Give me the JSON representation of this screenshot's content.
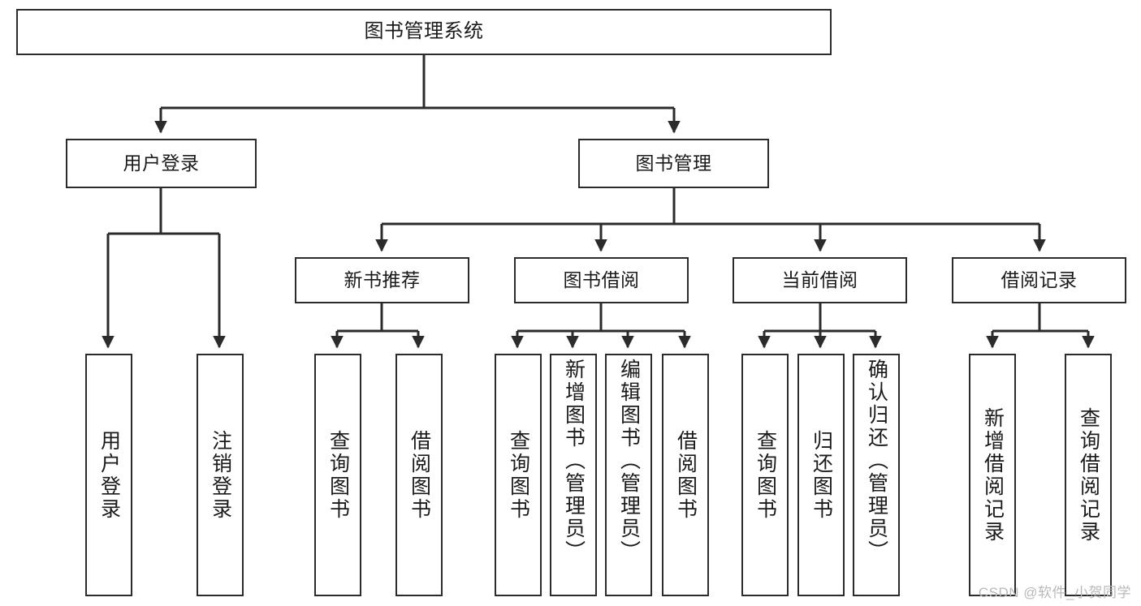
{
  "diagram": {
    "title": "图书管理系统",
    "type": "功能结构图",
    "root": {
      "label": "图书管理系统"
    },
    "level2": [
      {
        "label": "用户登录"
      },
      {
        "label": "图书管理"
      }
    ],
    "level3": [
      {
        "label": "新书推荐"
      },
      {
        "label": "图书借阅"
      },
      {
        "label": "当前借阅"
      },
      {
        "label": "借阅记录"
      }
    ],
    "leaves": {
      "user_login": [
        {
          "label": "用户登录"
        },
        {
          "label": "注销登录"
        }
      ],
      "new_book_recommend": [
        {
          "label": "查询图书"
        },
        {
          "label": "借阅图书"
        }
      ],
      "book_borrow": [
        {
          "label": "查询图书"
        },
        {
          "label": "新增图书（管理员）"
        },
        {
          "label": "编辑图书（管理员）"
        },
        {
          "label": "借阅图书"
        }
      ],
      "current_borrow": [
        {
          "label": "查询图书"
        },
        {
          "label": "归还图书"
        },
        {
          "label": "确认归还（管理员）"
        }
      ],
      "borrow_record": [
        {
          "label": "新增借阅记录"
        },
        {
          "label": "查询借阅记录"
        }
      ]
    }
  },
  "watermark": {
    "text": "CSDN @软件_小贺同学"
  },
  "colors": {
    "stroke": "#2b2b2b",
    "fill": "#ffffff",
    "text": "#1a1a1a",
    "watermark": "#b9b9b9"
  }
}
